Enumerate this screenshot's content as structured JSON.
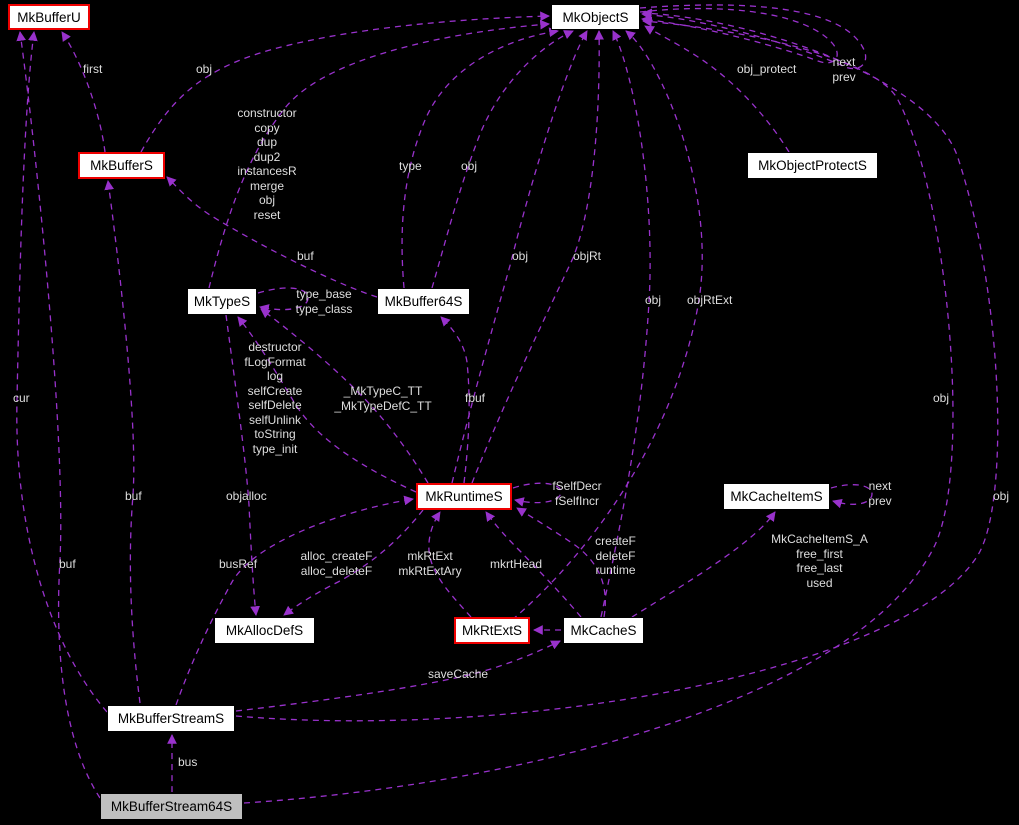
{
  "diagram": {
    "background": "#000000",
    "edge_color": "#9932cc",
    "label_color": "#dedede",
    "node_fill": "#ffffff",
    "node_border": "#000000",
    "highlight_border": "#ee0000",
    "main_node_fill": "#bfbfbf"
  },
  "nodes": {
    "mkBufferU": "MkBufferU",
    "mkObjectS": "MkObjectS",
    "mkBufferS": "MkBufferS",
    "mkObjectProtectS": "MkObjectProtectS",
    "mkTypeS": "MkTypeS",
    "mkBuffer64S": "MkBuffer64S",
    "mkRuntimeS": "MkRuntimeS",
    "mkCacheItemS": "MkCacheItemS",
    "mkAllocDefS": "MkAllocDefS",
    "mkRtExtS": "MkRtExtS",
    "mkCacheS": "MkCacheS",
    "mkBufferStreamS": "MkBufferStreamS",
    "mkBufferStream64S": "MkBufferStream64S"
  },
  "edge_labels": {
    "first": "first",
    "obj_top_left": "obj",
    "ctor_group": "constructor\ncopy\ndup\ndup2\ninstancesR\nmerge\nobj\nreset",
    "type": "type",
    "obj_buffer64": "obj",
    "obj_protect": "obj_protect",
    "next_prev_top": "next\nprev",
    "buf_mid": "buf",
    "obj_runtime": "obj",
    "objRt": "objRt",
    "type_base_class": "type_base\ntype_class",
    "obj_cache": "obj",
    "objRtExt": "objRtExt",
    "dtor_group": "destructor\nfLogFormat\nlog\nselfCreate\nselfDelete\nselfUnlink\ntoString\ntype_init",
    "mktypec_group": "_MkTypeC_TT\n_MkTypeDefC_TT",
    "fbuf": "fbuf",
    "cur": "cur",
    "obj_right_upper": "obj",
    "fself_group": "fSelfDecr\nfSelfIncr",
    "next_prev_cacheitem": "next\nprev",
    "buf_left_mid": "buf",
    "objalloc": "objalloc",
    "obj_right_lower": "obj",
    "cacheitem_group": "MkCacheItemS_A\nfree_first\nfree_last\nused",
    "busRef": "busRef",
    "alloc_group": "alloc_createF\nalloc_deleteF",
    "mkrtext_group": "mkRtExt\nmkRtExtAry",
    "mkrtHead": "mkrtHead",
    "createf_group": "createF\ndeleteF\nruntime",
    "buf_bottom_left": "buf",
    "saveCache": "saveCache",
    "bus": "bus"
  }
}
